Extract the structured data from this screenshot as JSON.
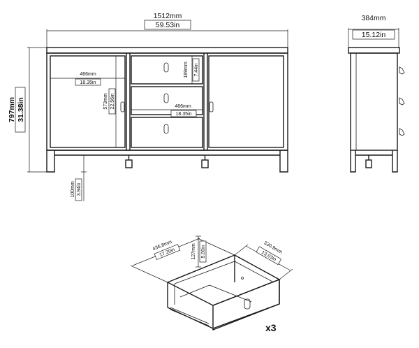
{
  "front": {
    "width_mm": "1512mm",
    "width_in": "59.53in",
    "height_mm": "797mm",
    "height_in": "31.38in",
    "door_w_mm": "466mm",
    "door_w_in": "18.35in",
    "door_h_mm": "573mm",
    "door_h_in": "22.56in",
    "drawer_h_mm": "189mm",
    "drawer_h_in": "7.44in",
    "drawer_w_mm": "466mm",
    "drawer_w_in": "18.35in",
    "leg_mm": "100mm",
    "leg_in": "3.94in"
  },
  "side": {
    "depth_mm": "384mm",
    "depth_in": "15.12in"
  },
  "drawer_detail": {
    "width_mm": "436.8mm",
    "width_in": "17.20in",
    "depth_mm": "330.9mm",
    "depth_in": "13.03in",
    "height_mm": "127mm",
    "height_in": "5.00in",
    "quantity": "x3"
  }
}
